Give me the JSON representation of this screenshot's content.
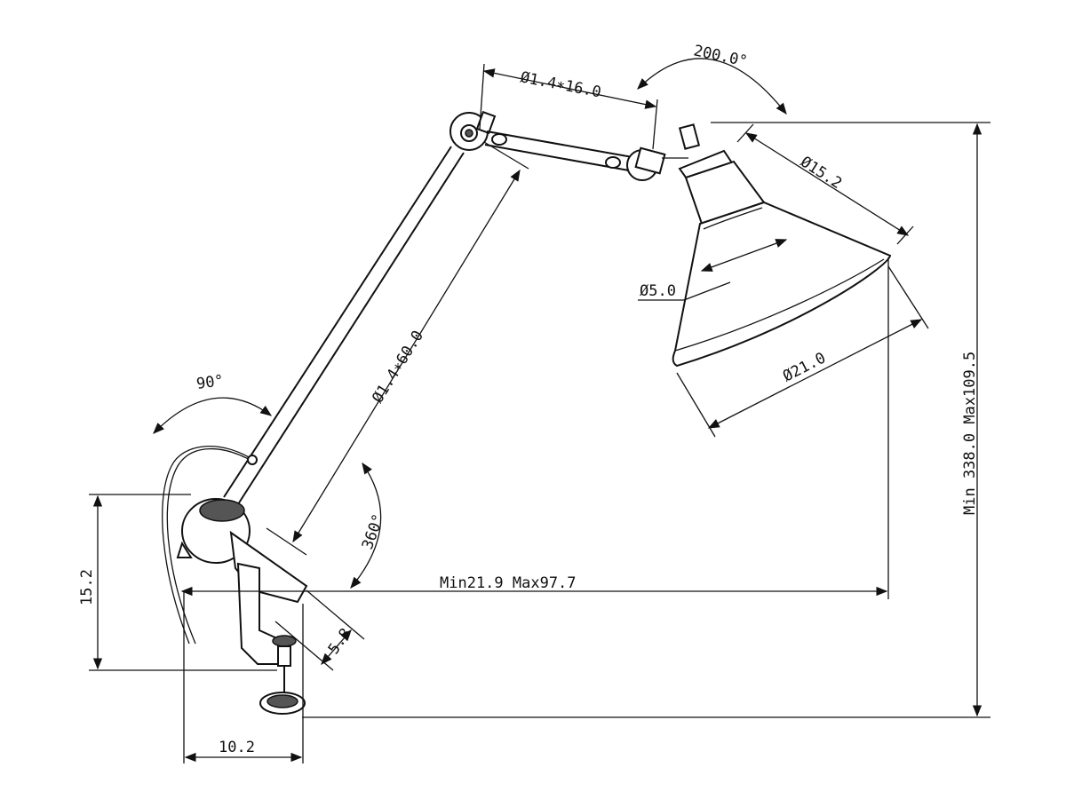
{
  "drawing": {
    "title": "Swing arm desk lamp dimension drawing",
    "labels": {
      "rotation_shade": "200.0°",
      "upper_arm": "Ø1.4∗16.0",
      "shade_top": "Ø15.2",
      "shade_neck": "Ø5.0",
      "shade_bottom": "Ø21.0",
      "lower_arm": "Ø1.4∗60.0",
      "rotation_base": "90°",
      "rotation_swivel": "360°",
      "total_height": "Min 338.0 Max109.5",
      "reach": "Min21.9 Max97.7",
      "clamp_height": "15.2",
      "clamp_jaw": "5.8",
      "clamp_width": "10.2"
    }
  }
}
